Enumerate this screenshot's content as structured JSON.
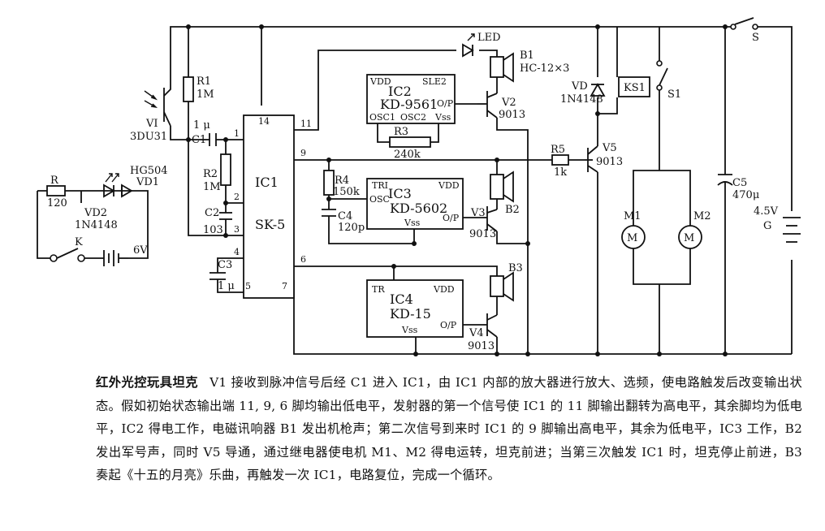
{
  "labels": {
    "ic1_name": "IC1",
    "ic1_part": "SK-5",
    "ic2_name": "IC2",
    "ic2_part": "KD-9561",
    "ic3_name": "IC3",
    "ic3_part": "KD-5602",
    "ic4_name": "IC4",
    "ic4_part": "KD-15",
    "ic1_pin14": "14",
    "ic1_pin11": "11",
    "ic1_pin9": "9",
    "ic1_pin6": "6",
    "ic1_pin1": "1",
    "ic1_pin2": "2",
    "ic1_pin3": "3",
    "ic1_pin4": "4",
    "ic1_pin5": "5",
    "ic1_pin7": "7",
    "ic2_vdd": "VDD",
    "ic2_sle2": "SLE2",
    "ic2_op": "O/P",
    "ic2_osc1": "OSC1",
    "ic2_osc2": "OSC2",
    "ic2_vss": "Vss",
    "ic3_tri": "TRI",
    "ic3_vdd": "VDD",
    "ic3_osc": "OSC",
    "ic3_vss": "Vss",
    "ic3_op": "O/P",
    "ic4_tr": "TR",
    "ic4_vdd": "VDD",
    "ic4_vss": "Vss",
    "ic4_op": "O/P",
    "v1_name": "VI",
    "v1_part": "3DU31",
    "r1_name": "R1",
    "r1_val": "1M",
    "c1_name": "C1",
    "c1_val": "1 μ",
    "r2_name": "R2",
    "r2_val": "1M",
    "c2_name": "C2",
    "c2_val": "103",
    "c3_name": "C3",
    "c3_val": "1 μ",
    "r_name": "R",
    "r_val": "120",
    "vd1_name": "VD1",
    "vd1_part": "HG504",
    "vd2_name": "VD2",
    "vd2_part": "1N4148",
    "k_name": "K",
    "bat_val": "6V",
    "led_name": "LED",
    "b1_name": "B1",
    "b1_part": "HC-12×3",
    "v2_name": "V2",
    "v2_part": "9013",
    "r3_name": "R3",
    "r3_val": "240k",
    "r4_name": "R4",
    "r4_val": "150k",
    "c4_name": "C4",
    "c4_val": "120p",
    "v3_name": "V3",
    "v3_part": "9013",
    "b2_name": "B2",
    "b3_name": "B3",
    "v4_name": "V4",
    "v4_part": "9013",
    "r5_name": "R5",
    "r5_val": "1k",
    "v5_name": "V5",
    "v5_part": "9013",
    "vd_name": "VD",
    "vd_part": "1N4148",
    "ks1_name": "KS1",
    "s1_name": "S1",
    "s_name": "S",
    "m1_name": "M1",
    "m2_name": "M2",
    "c5_name": "C5",
    "c5_val": "470μ",
    "g_val": "4.5V",
    "g_name": "G"
  },
  "caption": {
    "title": "红外光控玩具坦克",
    "body": "V1 接收到脉冲信号后经 C1 进入 IC1，由 IC1 内部的放大器进行放大、选频，使电路触发后改变输出状态。假如初始状态输出端 11, 9, 6 脚均输出低电平，发射器的第一个信号使 IC1 的 11 脚输出翻转为高电平，其余脚均为低电平，IC2 得电工作，电磁讯响器 B1 发出机枪声；第二次信号到来时 IC1 的 9 脚输出高电平，其余为低电平，IC3 工作，B2 发出军号声，同时 V5 导通，通过继电器使电机 M1、M2 得电运转，坦克前进；当第三次触发 IC1 时，坦克停止前进，B3 奏起《十五的月亮》乐曲，再触发一次 IC1，电路复位，完成一个循环。"
  }
}
